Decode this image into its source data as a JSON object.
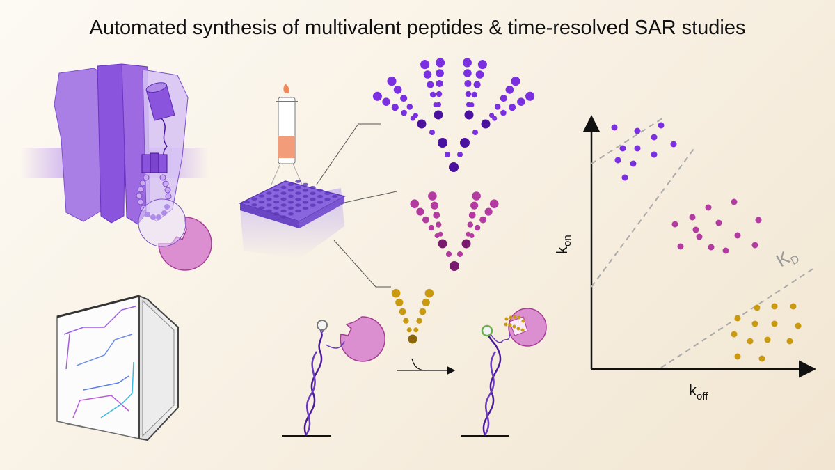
{
  "title": "Automated synthesis of multivalent peptides & time-resolved SAR studies",
  "plot": {
    "ylabel_main": "k",
    "ylabel_sub": "on",
    "xlabel_main": "k",
    "xlabel_sub": "off",
    "kd_main": "K",
    "kd_sub": "D"
  },
  "colors": {
    "purple": "#7a2fe0",
    "purple_dark": "#4a109e",
    "magenta": "#b23aa0",
    "magenta_dark": "#7a1a6e",
    "gold": "#c99a10",
    "gold_dark": "#8a6608",
    "protein_pink": "#dc8fd0",
    "dna": "#4a1a9a"
  },
  "icons": [
    "membrane-protein-icon",
    "peptide-synthesizer-icon",
    "syringe-column-icon",
    "well-plate-icon",
    "tetravalent-peptide-icon",
    "trivalent-peptide-icon",
    "divalent-peptide-icon",
    "dna-probe-icon",
    "binding-protein-icon"
  ]
}
